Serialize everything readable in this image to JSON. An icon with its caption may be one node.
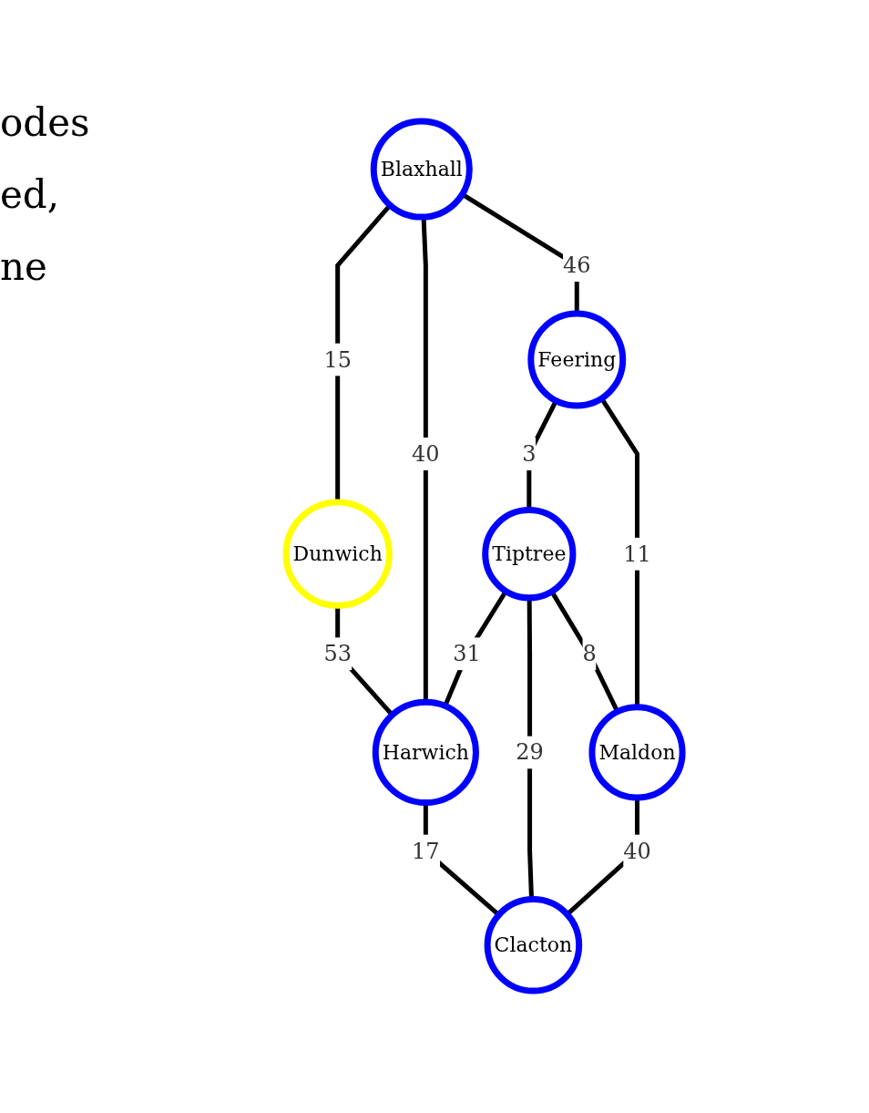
{
  "diagram": {
    "nodes": [
      {
        "text": [
          "Dunwich"
        ]
      },
      {
        "text": [
          "Blaxhall"
        ]
      },
      {
        "text": [
          "Harwich"
        ]
      },
      {
        "text": [
          "Tiptree"
        ]
      },
      {
        "text": [
          "Feering"
        ]
      },
      {
        "text": [
          "Clacton"
        ]
      },
      {
        "text": [
          "Maldon"
        ]
      }
    ],
    "edges": [
      {
        "from": 1,
        "to": 0,
        "arrow": "none",
        "label": "15"
      },
      {
        "from": 0,
        "to": 2,
        "arrow": "none",
        "label": "53"
      },
      {
        "from": 1,
        "to": 2,
        "arrow": "none",
        "label": "40"
      },
      {
        "from": 1,
        "to": 4,
        "arrow": "none",
        "label": "46"
      },
      {
        "from": 4,
        "to": 3,
        "arrow": "none",
        "label": "3"
      },
      {
        "from": 3,
        "to": 2,
        "arrow": "none",
        "label": "31"
      },
      {
        "from": 2,
        "to": 5,
        "arrow": "none",
        "label": "17"
      },
      {
        "from": 3,
        "to": 5,
        "arrow": "none",
        "label": "29"
      },
      {
        "from": 3,
        "to": 6,
        "arrow": "none",
        "label": "8"
      },
      {
        "from": 4,
        "to": 6,
        "arrow": "none",
        "label": "11"
      },
      {
        "from": 6,
        "to": 5,
        "arrow": "none",
        "label": "40"
      }
    ],
    "labels": [
      "odes",
      "ed,",
      "ne"
    ]
  }
}
